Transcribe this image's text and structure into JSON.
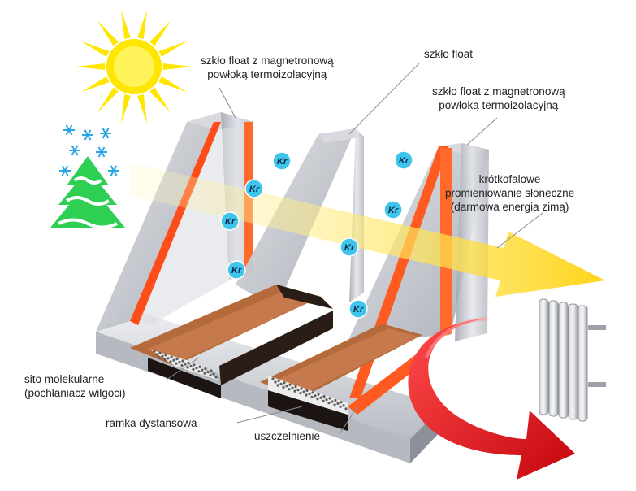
{
  "labels": {
    "coating_left_line1": "szkło float z magnetronową",
    "coating_left_line2": "powłoką termoizolacyjną",
    "float_glass": "szkło float",
    "coating_right_line1": "szkło float z magnetronową",
    "coating_right_line2": "powłoką termoizolacyjną",
    "solar_line1": "krótkofalowe",
    "solar_line2": "promieniowanie słoneczne",
    "solar_line3": "(darmowa energia zimą)",
    "sieve_line1": "sito molekularne",
    "sieve_line2": "(pochłaniacz wilgoci)",
    "spacer": "ramka dystansowa",
    "sealant": "uszczelnienie"
  },
  "gas_symbol": "Kr",
  "icons": [
    "sun-icon",
    "snowflake-icon",
    "tree-icon",
    "radiator-icon"
  ],
  "colors": {
    "sun": "#ffe600",
    "tree": "#2fcf54",
    "snowflake": "#2aa7e3",
    "glass": "#c9ccd4",
    "coating": "#ff5a1f",
    "heat_arrow": "#e8141b",
    "solar_arrow": "#ffd200",
    "krypton": "#3fc5ec",
    "spacer": "#b56a3c",
    "sealant_dark": "#1c1412"
  }
}
